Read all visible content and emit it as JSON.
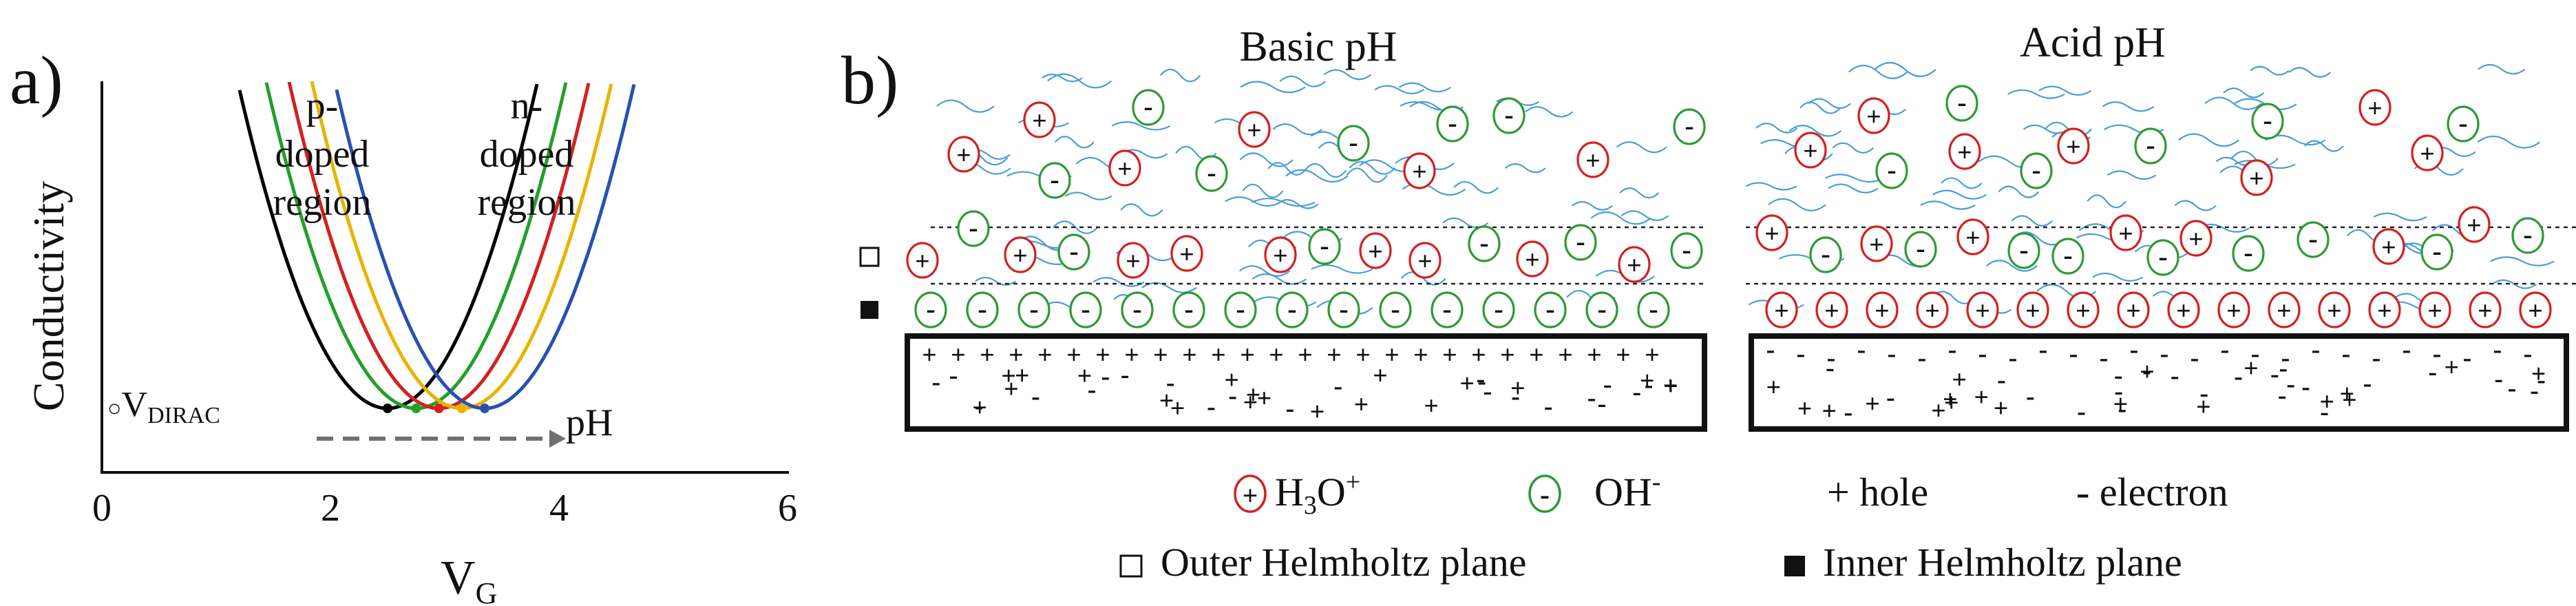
{
  "panel_a": {
    "label": "a)",
    "ylabel": "Conductivity",
    "xlabel_main": "V",
    "xlabel_sub": "G",
    "ticks": [
      "0",
      "2",
      "4",
      "6"
    ],
    "p_region": [
      "p-",
      "doped",
      "region"
    ],
    "n_region": [
      "n-",
      "doped",
      "region"
    ],
    "dirac_symbol": "○",
    "dirac_main": "V",
    "dirac_sub": "DIRAC",
    "arrow_label": "pH"
  },
  "chart_data": {
    "type": "line",
    "title": "",
    "xlabel": "VG",
    "ylabel": "Conductivity",
    "xlim": [
      0,
      6
    ],
    "xticks": [
      0,
      2,
      4,
      6
    ],
    "grid": false,
    "series": [
      {
        "color": "#000000",
        "dirac_x": 2.5
      },
      {
        "color": "#22a02a",
        "dirac_x": 2.75
      },
      {
        "color": "#d42020",
        "dirac_x": 2.95
      },
      {
        "color": "#e8b400",
        "dirac_x": 3.15
      },
      {
        "color": "#2850b0",
        "dirac_x": 3.35
      }
    ],
    "annotations": [
      "p-doped region",
      "n-doped region",
      "VDIRAC",
      "pH"
    ]
  },
  "panel_b": {
    "label": "b)",
    "basic_title": "Basic pH",
    "acid_title": "Acid pH",
    "plus": "+",
    "minus": "-"
  },
  "legend": {
    "h3o_main": "H",
    "h3o_sub": "3",
    "h3o_o": "O",
    "h3o_sup": "+",
    "oh_main": "OH",
    "oh_sup": "-",
    "hole": "+ hole",
    "electron": "- electron",
    "outer": "Outer Helmholtz plane",
    "inner": "Inner Helmholtz plane"
  },
  "colors": {
    "h3o_ring": "#d42020",
    "oh_ring": "#2e9a35",
    "water": "#4a9fd6",
    "text": "#111111"
  }
}
